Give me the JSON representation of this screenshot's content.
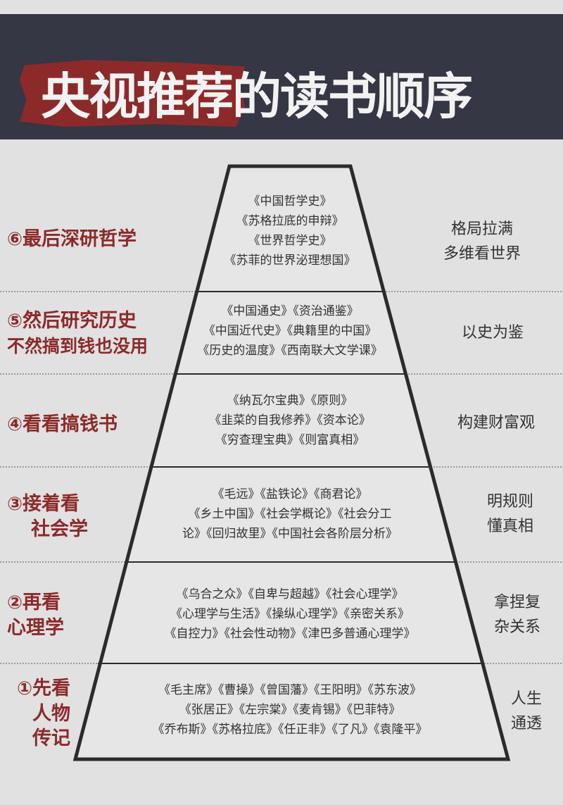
{
  "header": {
    "title_highlight": "央视推荐",
    "title_rest": "的读书顺序",
    "background_color": "#353744",
    "highlight_color": "#8c2a2a"
  },
  "pyramid": {
    "line_color": "#2b2b2b",
    "label_color": "#8c2a2a",
    "levels": [
      {
        "step": "⑥",
        "label": "最后深研哲学",
        "label_line2": "",
        "books": [
          "《中国哲学史》",
          "《苏格拉底的申辩》",
          "《世界哲学史》",
          "《苏菲的世界泌理想国》"
        ],
        "goal": [
          "格局拉满",
          "多维看世界"
        ]
      },
      {
        "step": "⑤",
        "label": "然后研究历史",
        "label_line2": "不然搞到钱也没用",
        "books": [
          "《中国通史》《资治通鉴》",
          "《中国近代史》《典籍里的中国》",
          "《历史的温度》《西南联大文学课》"
        ],
        "goal": [
          "以史为鉴"
        ]
      },
      {
        "step": "④",
        "label": "看看搞钱书",
        "label_line2": "",
        "books": [
          "《纳瓦尔宝典》《原则》",
          "《韭菜的自我修养》《资本论》",
          "《穷查理宝典》《则富真相》"
        ],
        "goal": [
          "构建财富观"
        ]
      },
      {
        "step": "③",
        "label": "接着看",
        "label_line2": "社会学",
        "books": [
          "《毛远》《盐铁论》《商君论》",
          "《乡土中国》《社会学概论》《社会分工",
          "论》《回归故里》《中国社会各阶层分析》"
        ],
        "goal": [
          "明规则",
          "懂真相"
        ]
      },
      {
        "step": "②",
        "label": "再看",
        "label_line2": "心理学",
        "books": [
          "《乌合之众》《自卑与超越》《社会心理学》",
          "《心理学与生活》《操纵心理学》《亲密关系》",
          "《自控力》《社会性动物》《津巴多普通心理学》"
        ],
        "goal": [
          "拿捏复",
          "杂关系"
        ]
      },
      {
        "step": "①",
        "label": "先看",
        "label_line2": "人物",
        "label_line3": "传记",
        "books": [
          "《毛主席》《曹操》《曾国藩》《王阳明》《苏东波》",
          "《张居正》《左宗棠》《麦肯锡》《巴菲特》",
          "《乔布斯》《苏格拉底》《任正非》《了凡》《袁隆平》"
        ],
        "goal": [
          "人生",
          "通透"
        ]
      }
    ]
  }
}
